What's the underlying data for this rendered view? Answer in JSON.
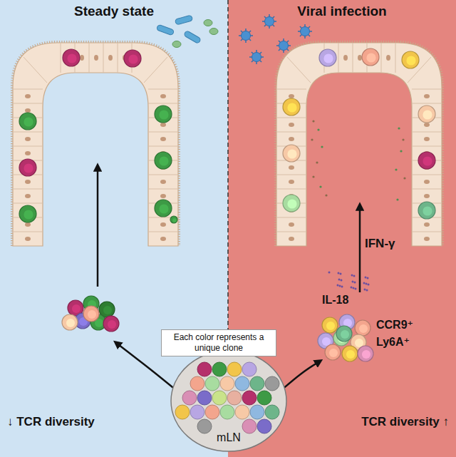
{
  "diagram": {
    "nodes": [
      {
        "text": [
          "Steady state"
        ]
      },
      {
        "text": [
          "Viral infection"
        ]
      },
      {
        "text": [
          "Each color represents a unique clone"
        ]
      },
      {
        "text": [
          "mLN"
        ]
      }
    ],
    "labels": [
      "IFN-γ",
      "IL-18",
      "CCR9⁺",
      "Ly6A⁺",
      "↓ TCR diversity",
      "TCR diversity ↑"
    ]
  }
}
